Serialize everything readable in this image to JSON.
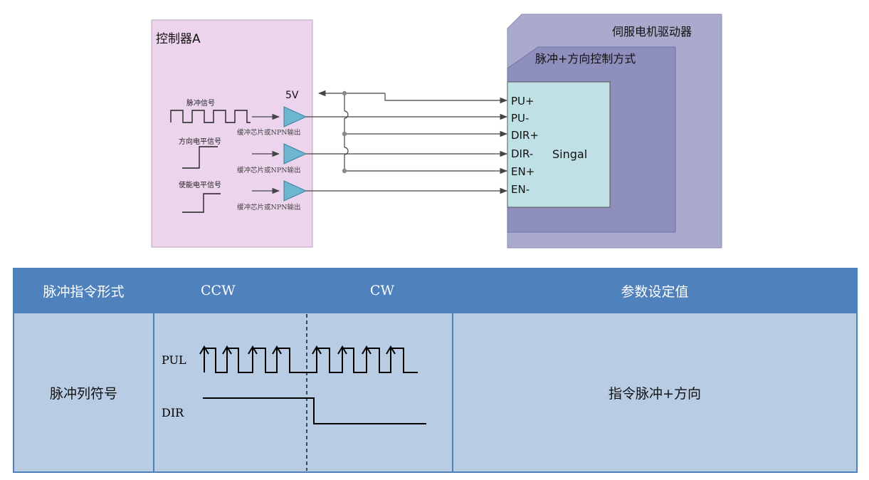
{
  "controller": {
    "title": "控制器A",
    "supply": "5V",
    "signals": [
      {
        "name": "脉冲信号",
        "buffer": "缓冲芯片或NPN输出"
      },
      {
        "name": "方向电平信号",
        "buffer": "缓冲芯片或NPN输出"
      },
      {
        "name": "使能电平信号",
        "buffer": "缓冲芯片或NPN输出"
      }
    ]
  },
  "driver": {
    "title": "伺服电机驱动器",
    "mode": "脉冲+方向控制方式",
    "terminals": [
      "PU+",
      "PU-",
      "DIR+",
      "DIR-",
      "EN+",
      "EN-"
    ],
    "signal_label": "Singal"
  },
  "colors": {
    "controller_bg": "#ecd4ec",
    "driver_bg": "#a9aacc",
    "mode_bg": "#8f8fbe",
    "signal_bg": "#bfe1e6",
    "buffer_fill": "#6cb6d1",
    "table_header": "#4f81bd",
    "table_body": "#b8cce4"
  },
  "table": {
    "header": {
      "form": "脉冲指令形式",
      "ccw": "CCW",
      "cw": "CW",
      "param": "参数设定值"
    },
    "row": {
      "name": "脉冲列符号",
      "pul_label": "PUL",
      "dir_label": "DIR",
      "value": "指令脉冲+方向"
    }
  }
}
